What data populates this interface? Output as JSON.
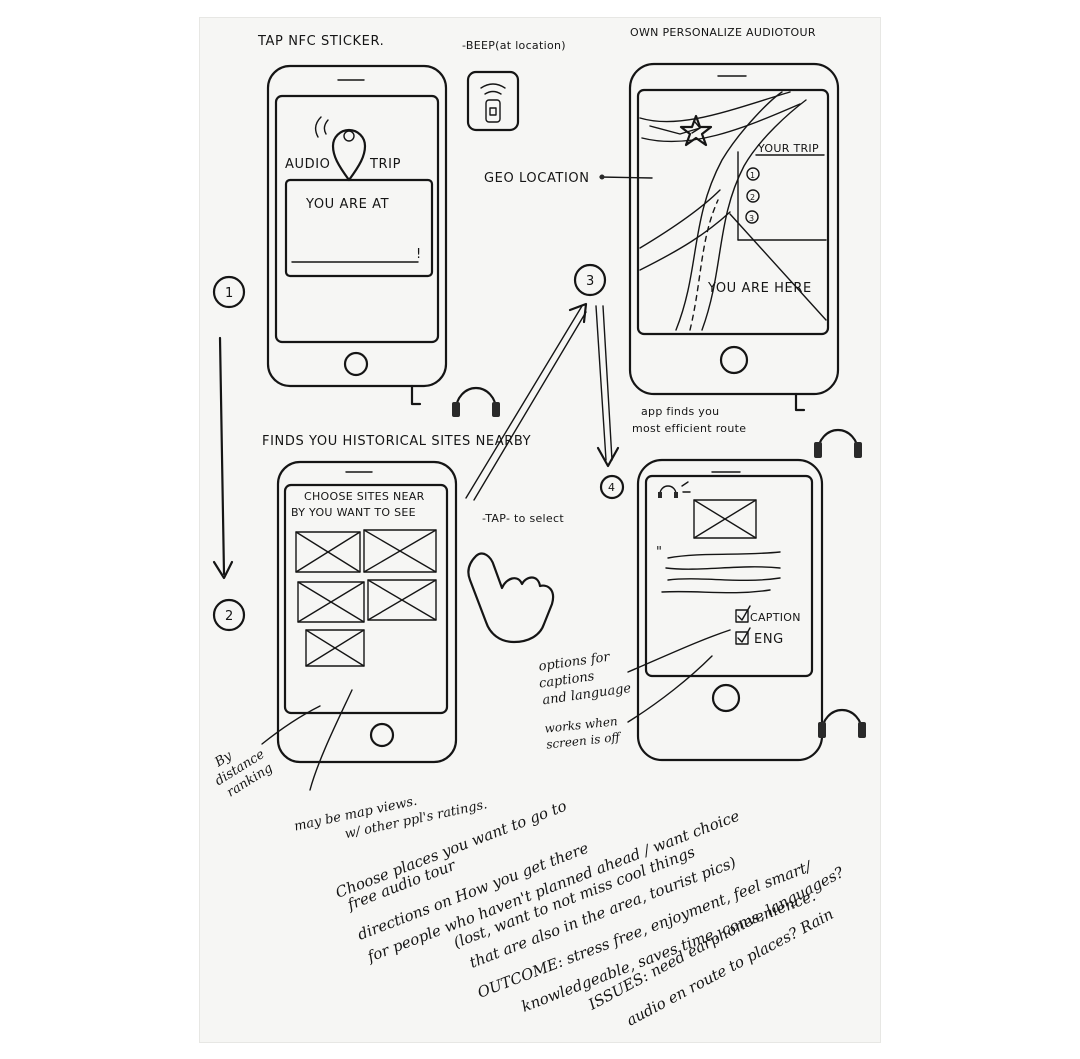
{
  "headings": {
    "tap_nfc": "TAP NFC STICKER.",
    "beep": "-BEEP(at location)",
    "own_tour": "OWN PERSONALIZE AUDIOTOUR",
    "finds_sites": "FINDS YOU HISTORICAL SITES NEARBY",
    "app_finds_1": "app finds you",
    "app_finds_2": "most efficient route"
  },
  "steps": [
    "1",
    "2",
    "3",
    "4"
  ],
  "phone1": {
    "logo_left": "AUDIO",
    "logo_right": "TRIP",
    "message": "YOU ARE AT",
    "mark": "!"
  },
  "phone2": {
    "title_1": "CHOOSE SITES NEAR",
    "title_2": "BY YOU WANT TO SEE"
  },
  "phone3": {
    "trip_title": "YOUR TRIP",
    "stops": [
      "1",
      "2",
      "3"
    ],
    "you_are_here": "YOU ARE HERE"
  },
  "phone4": {
    "caption_option": "CAPTION",
    "language_option": "ENG",
    "quote_mark": "\""
  },
  "labels": {
    "geo_location": "GEO LOCATION",
    "tap_select": "-TAP- to select",
    "by_distance_1": "By",
    "by_distance_2": "distance",
    "by_distance_3": "ranking",
    "maybe_1": "may be map views.",
    "maybe_2": "w/ other ppl's ratings.",
    "options_1": "options for",
    "options_2": "captions",
    "options_3": "and language",
    "works_1": "works when",
    "works_2": "screen is off"
  },
  "notes": [
    "Choose places you want to go to",
    "free audio tour",
    "directions on How you get there",
    "for people who haven't planned ahead / want choice",
    "(lost, want to not miss cool things",
    "that are also in the area, tourist pics)",
    "OUTCOME: stress free, enjoyment, feel smart/",
    "knowledgeable, saves time, convenience.",
    "ISSUES: need earphones, languages?",
    "audio en route to places? Rain"
  ]
}
